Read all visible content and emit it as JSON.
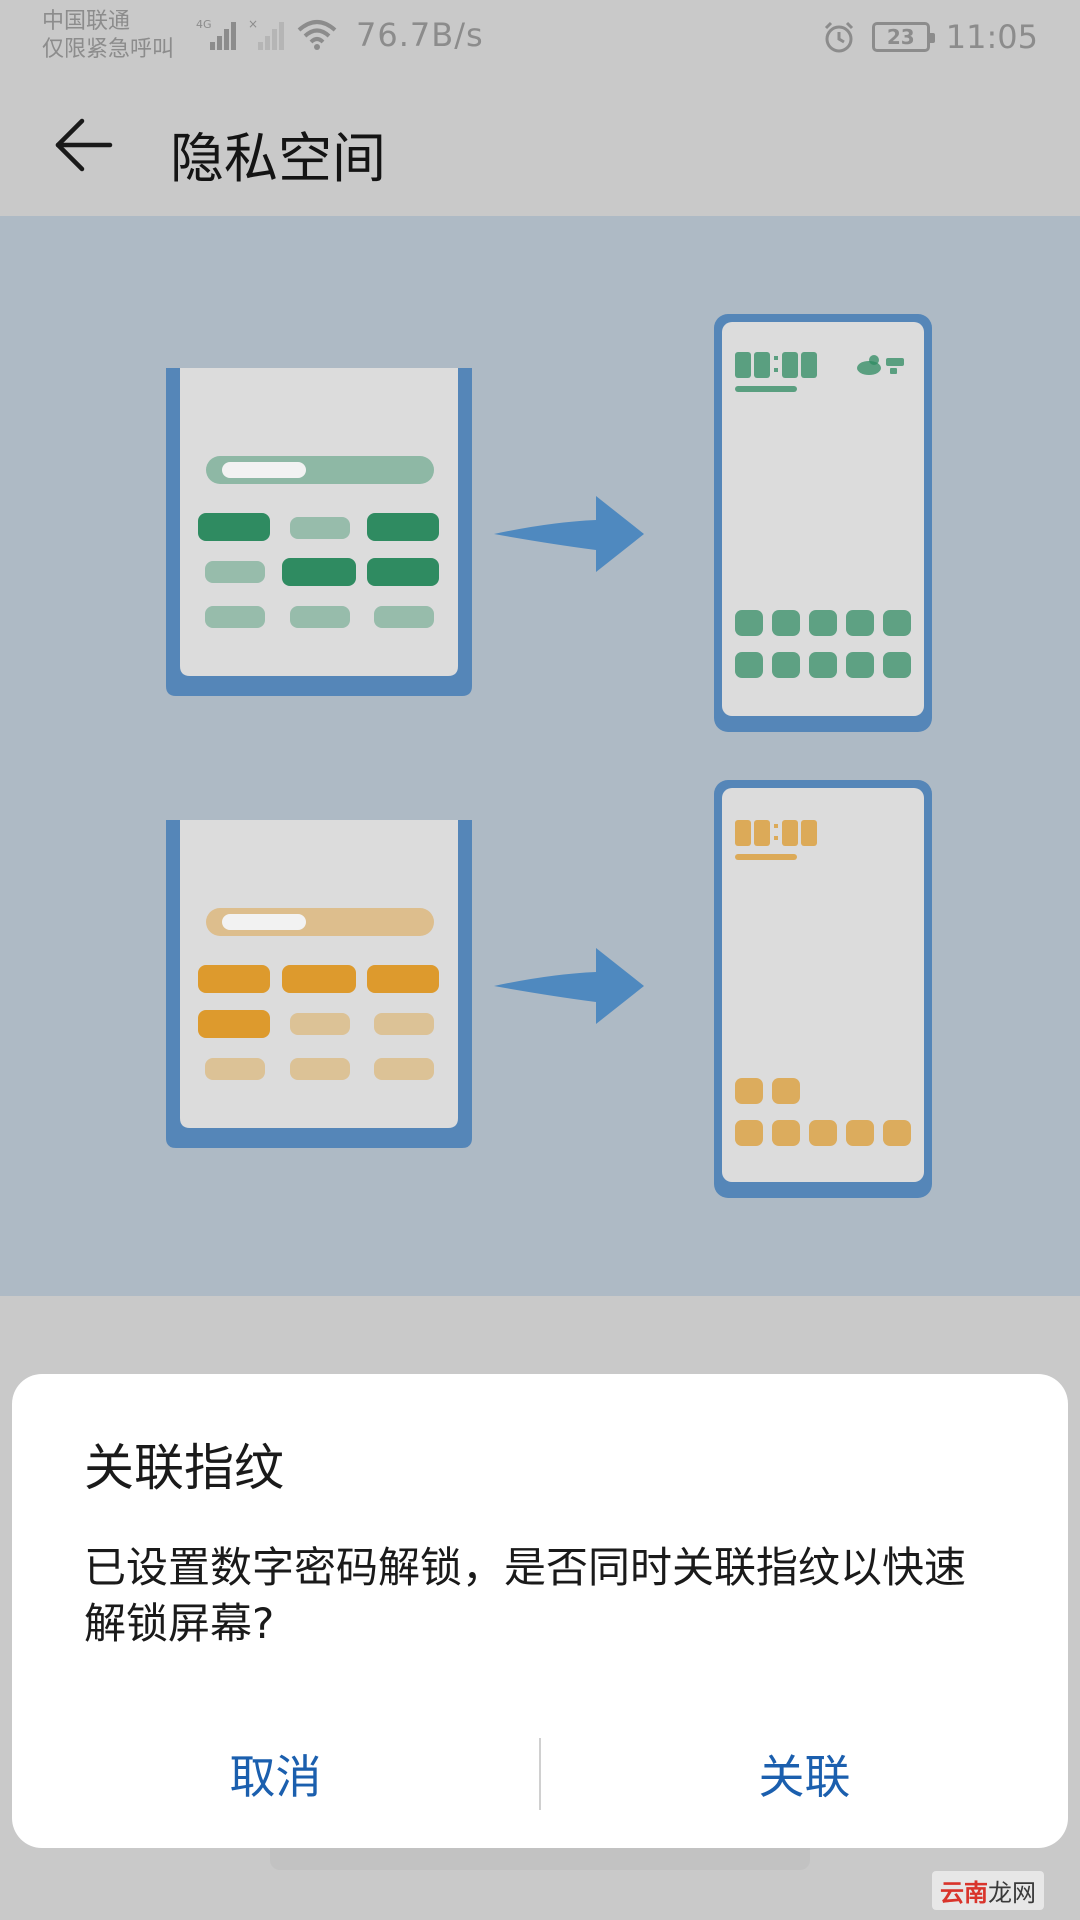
{
  "status_bar": {
    "carrier_line1": "中国联通",
    "carrier_line2": "仅限紧急呼叫",
    "network_type": "4G",
    "net_speed": "76.7B/s",
    "battery_level": "23",
    "time": "11:05",
    "icons": [
      "signal-icon",
      "no-sim-signal-icon",
      "wifi-icon",
      "alarm-icon",
      "battery-icon"
    ]
  },
  "header": {
    "back_icon": "arrow-left-icon",
    "title": "隐私空间"
  },
  "illustration": {
    "top_row_color": "#2f8b61",
    "bottom_row_color": "#dd9a2d",
    "phone_frame_color": "#5586b8",
    "arrow_color": "#4f89bf",
    "icons": [
      "arrow-right-icon",
      "weather-icon"
    ]
  },
  "dialog": {
    "title": "关联指纹",
    "message": "已设置数字密码解锁，是否同时关联指纹以快速解锁屏幕?",
    "cancel_label": "取消",
    "confirm_label": "关联",
    "accent_color": "#1b5fae"
  },
  "watermark": {
    "part1": "云南",
    "part2": "龙网"
  }
}
